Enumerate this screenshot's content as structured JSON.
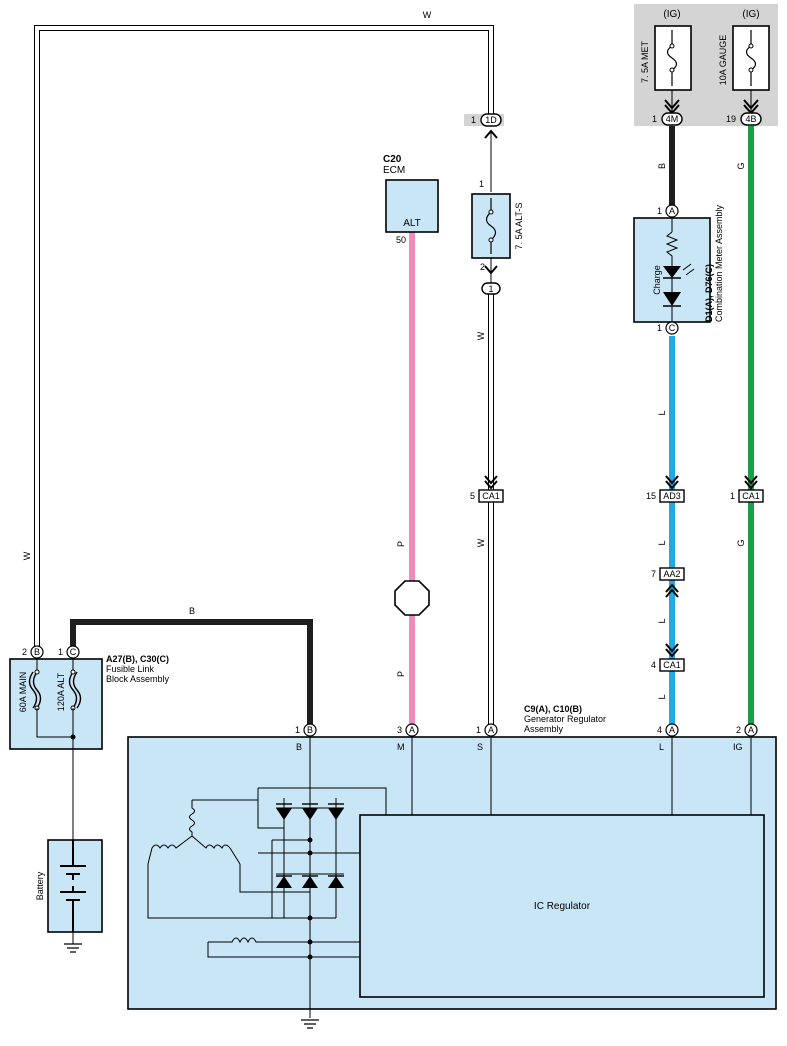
{
  "wire_colors": {
    "W": "#ffffff",
    "B": "#1e1e1e",
    "P": "#f08cbc",
    "L": "#1eaae6",
    "G": "#1aa04a",
    "box_fill": "#c9e6f6",
    "ig_bg": "#d4d4d4"
  },
  "power": {
    "ig_left": "(IG)",
    "ig_right": "(IG)",
    "fuse_met": "7. 5A MET",
    "fuse_gauge": "10A GAUGE",
    "pin_met_num": "1",
    "pin_met": "4M",
    "pin_gauge_num": "19",
    "pin_gauge": "4B"
  },
  "ecm": {
    "code": "C20",
    "name": "ECM",
    "terminal": "ALT",
    "pin": "50"
  },
  "alt_s_fuse": {
    "label": "7. 5A ALT-S",
    "pin_top": "1",
    "pin_bottom": "2",
    "conn_top_num": "1",
    "conn_top": "1D",
    "conn_bottom": "1"
  },
  "meter": {
    "code": "D1(A), D76(C)",
    "name": "Combination Meter Assembly",
    "lamp": "Charge",
    "pin_a_num": "1",
    "pin_a": "A",
    "pin_c_num": "1",
    "pin_c": "C"
  },
  "fusible_link": {
    "code": "A27(B), C30(C)",
    "name": "Fusible Link Block Assembly",
    "fuse_main": "60A MAIN",
    "fuse_alt": "120A ALT",
    "pin_b_num": "2",
    "pin_b": "B",
    "pin_c_num": "1",
    "pin_c": "C"
  },
  "battery": {
    "label": "Battery"
  },
  "generator": {
    "code": "C9(A), C10(B)",
    "name": "Generator Regulator Assembly",
    "regulator": "IC Regulator",
    "terminals": [
      {
        "num": "1",
        "conn": "B",
        "label": "B"
      },
      {
        "num": "3",
        "conn": "A",
        "label": "M"
      },
      {
        "num": "1",
        "conn": "A",
        "label": "S"
      },
      {
        "num": "4",
        "conn": "A",
        "label": "L"
      },
      {
        "num": "2",
        "conn": "A",
        "label": "IG"
      }
    ]
  },
  "junctions": {
    "ca1_s": {
      "num": "5",
      "name": "CA1"
    },
    "ad3": {
      "num": "15",
      "name": "AD3"
    },
    "aa2": {
      "num": "7",
      "name": "AA2"
    },
    "ca1_l": {
      "num": "4",
      "name": "CA1"
    },
    "ca1_g": {
      "num": "1",
      "name": "CA1"
    }
  },
  "wire_labels": {
    "w_top": "W",
    "w_left": "W",
    "b_horizontal": "B",
    "p_upper": "P",
    "p_lower": "P",
    "w_s_upper": "W",
    "w_s_lower": "W",
    "b_meter": "B",
    "g_upper": "G",
    "g_lower": "G",
    "l_upper": "L",
    "l_mid": "L",
    "l_lower1": "L",
    "l_lower2": "L"
  }
}
